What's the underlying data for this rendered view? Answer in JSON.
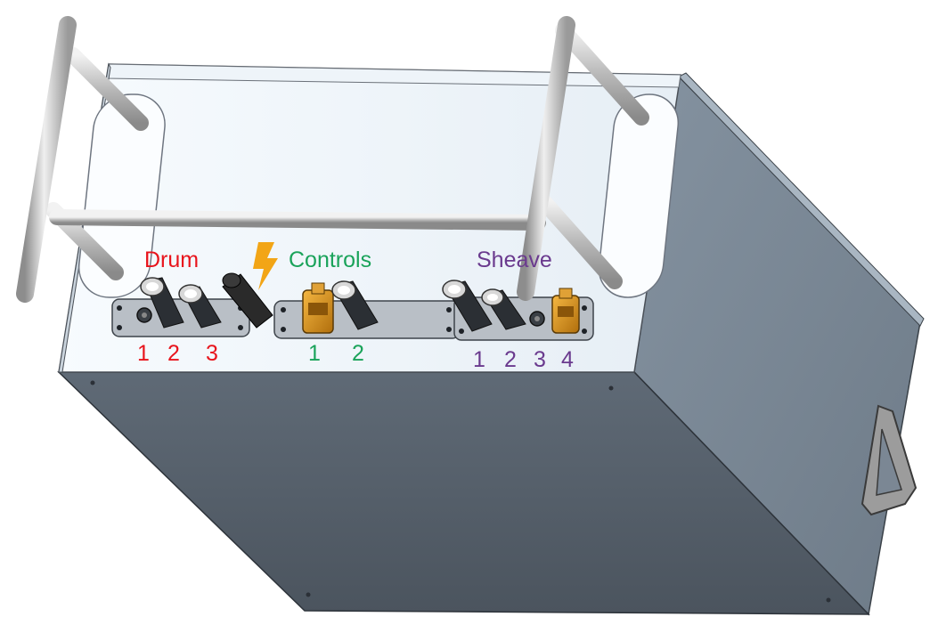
{
  "labels": {
    "drum": "Drum",
    "controls": "Controls",
    "sheave": "Sheave",
    "drum_ports": [
      "1",
      "2",
      "3"
    ],
    "controls_ports": [
      "1",
      "2"
    ],
    "sheave_ports": [
      "1",
      "2",
      "3",
      "4"
    ]
  },
  "colors": {
    "drum": "#e8141c",
    "controls": "#1aa35a",
    "sheave": "#6a3a8e",
    "power_bolt": "#f2a516"
  },
  "icons": {
    "power": "lightning-bolt-icon"
  }
}
